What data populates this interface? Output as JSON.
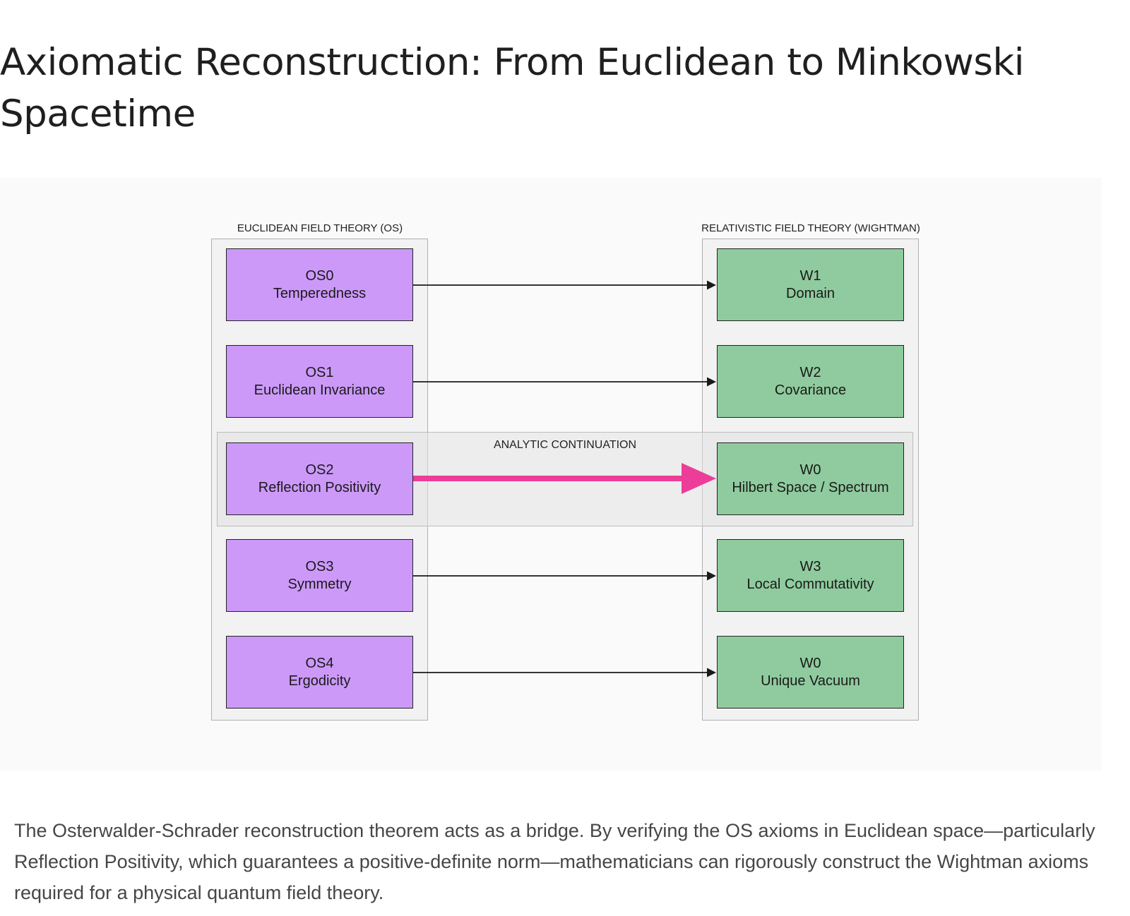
{
  "page": {
    "title": "Axiomatic Reconstruction: From Euclidean to Minkowski Spacetime",
    "caption": "The Osterwalder-Schrader reconstruction theorem acts as a bridge. By verifying the OS axioms in Euclidean space—particularly Reflection Positivity, which guarantees a positive-definite norm—mathematicians can rigorously construct the Wightman axioms required for a physical quantum field theory."
  },
  "diagram": {
    "left_header": "EUCLIDEAN FIELD THEORY (OS)",
    "right_header": "RELATIVISTIC FIELD THEORY (WIGHTMAN)",
    "band_label": "ANALYTIC CONTINUATION",
    "colors": {
      "os_box": "#cc99f9",
      "w_box": "#8fcb9e",
      "highlight_arrow": "#ec3d99",
      "arrow": "#1a1a1a"
    },
    "os_axioms": [
      {
        "code": "OS0",
        "name": "Temperedness"
      },
      {
        "code": "OS1",
        "name": "Euclidean Invariance"
      },
      {
        "code": "OS2",
        "name": "Reflection Positivity"
      },
      {
        "code": "OS3",
        "name": "Symmetry"
      },
      {
        "code": "OS4",
        "name": "Ergodicity"
      }
    ],
    "wightman_axioms": [
      {
        "code": "W1",
        "name": "Domain"
      },
      {
        "code": "W2",
        "name": "Covariance"
      },
      {
        "code": "W0",
        "name": "Hilbert Space / Spectrum"
      },
      {
        "code": "W3",
        "name": "Local Commutativity"
      },
      {
        "code": "W0",
        "name": "Unique Vacuum"
      }
    ],
    "mappings": [
      {
        "from": "OS0",
        "to": "W1",
        "highlighted": false
      },
      {
        "from": "OS1",
        "to": "W2",
        "highlighted": false
      },
      {
        "from": "OS2",
        "to": "W0",
        "highlighted": true
      },
      {
        "from": "OS3",
        "to": "W3",
        "highlighted": false
      },
      {
        "from": "OS4",
        "to": "W0",
        "highlighted": false
      }
    ]
  }
}
